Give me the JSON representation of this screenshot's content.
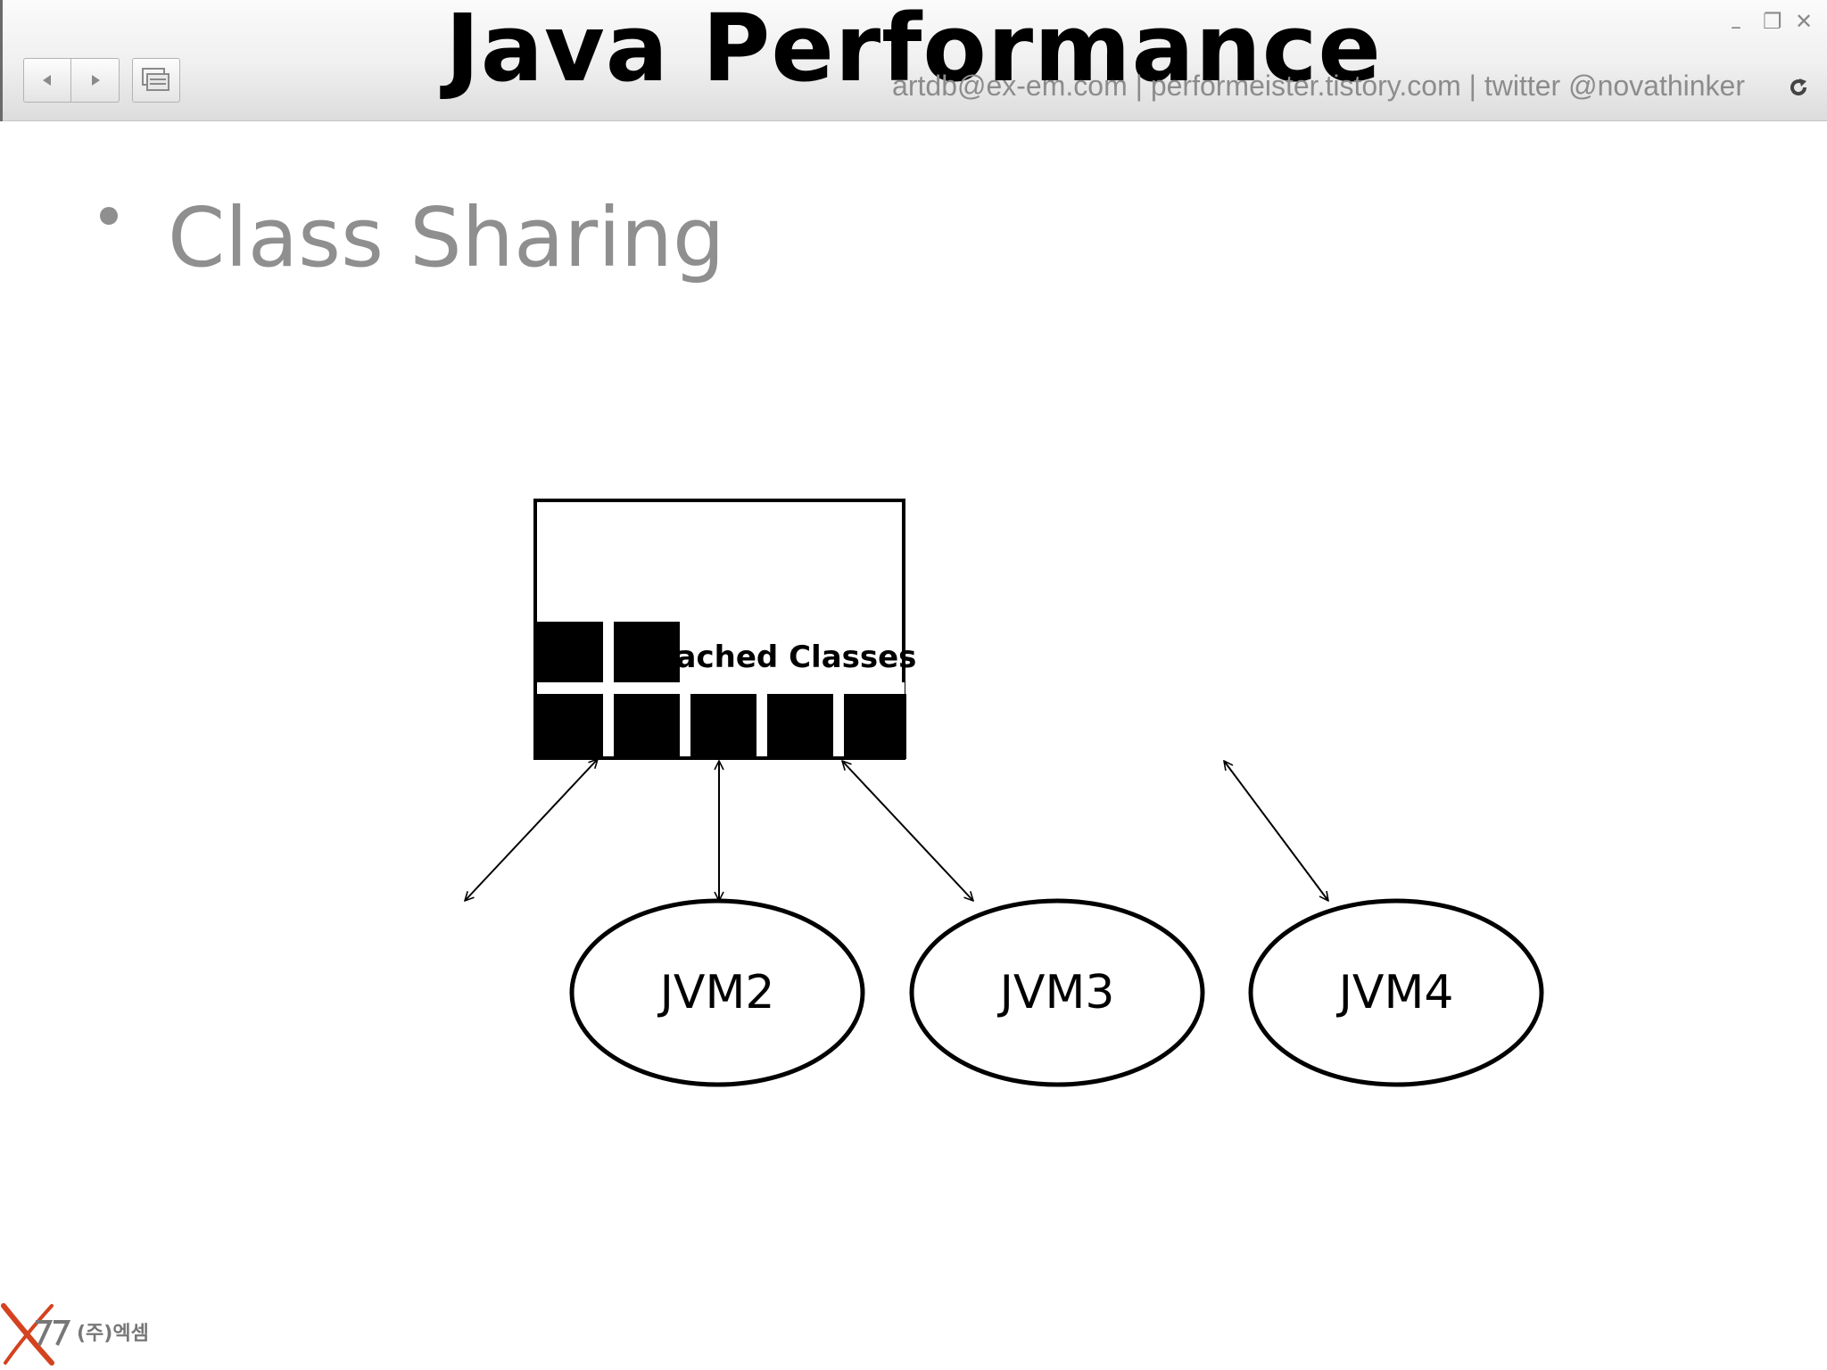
{
  "window": {
    "back_icon": "left-triangle-icon",
    "forward_icon": "right-triangle-icon",
    "view_icon": "slides-icon",
    "minimize_glyph": "–",
    "maximize_glyph": "❐",
    "close_glyph": "✕",
    "refresh_icon": "refresh-icon"
  },
  "slide": {
    "title": "Java Performance",
    "contact": "artdb@ex-em.com | performeister.tistory.com | twitter @novathinker",
    "bullet": "Class Sharing"
  },
  "diagram": {
    "cache_label": "Cached Classes",
    "jvms": [
      "JVM2",
      "JVM3",
      "JVM4"
    ]
  },
  "footer": {
    "logo_text": "(주)엑셈"
  },
  "colors": {
    "title": "#000000",
    "contact": "#8c8c8c",
    "bullet": "#8f8f8f",
    "logo_red": "#d4421f"
  }
}
